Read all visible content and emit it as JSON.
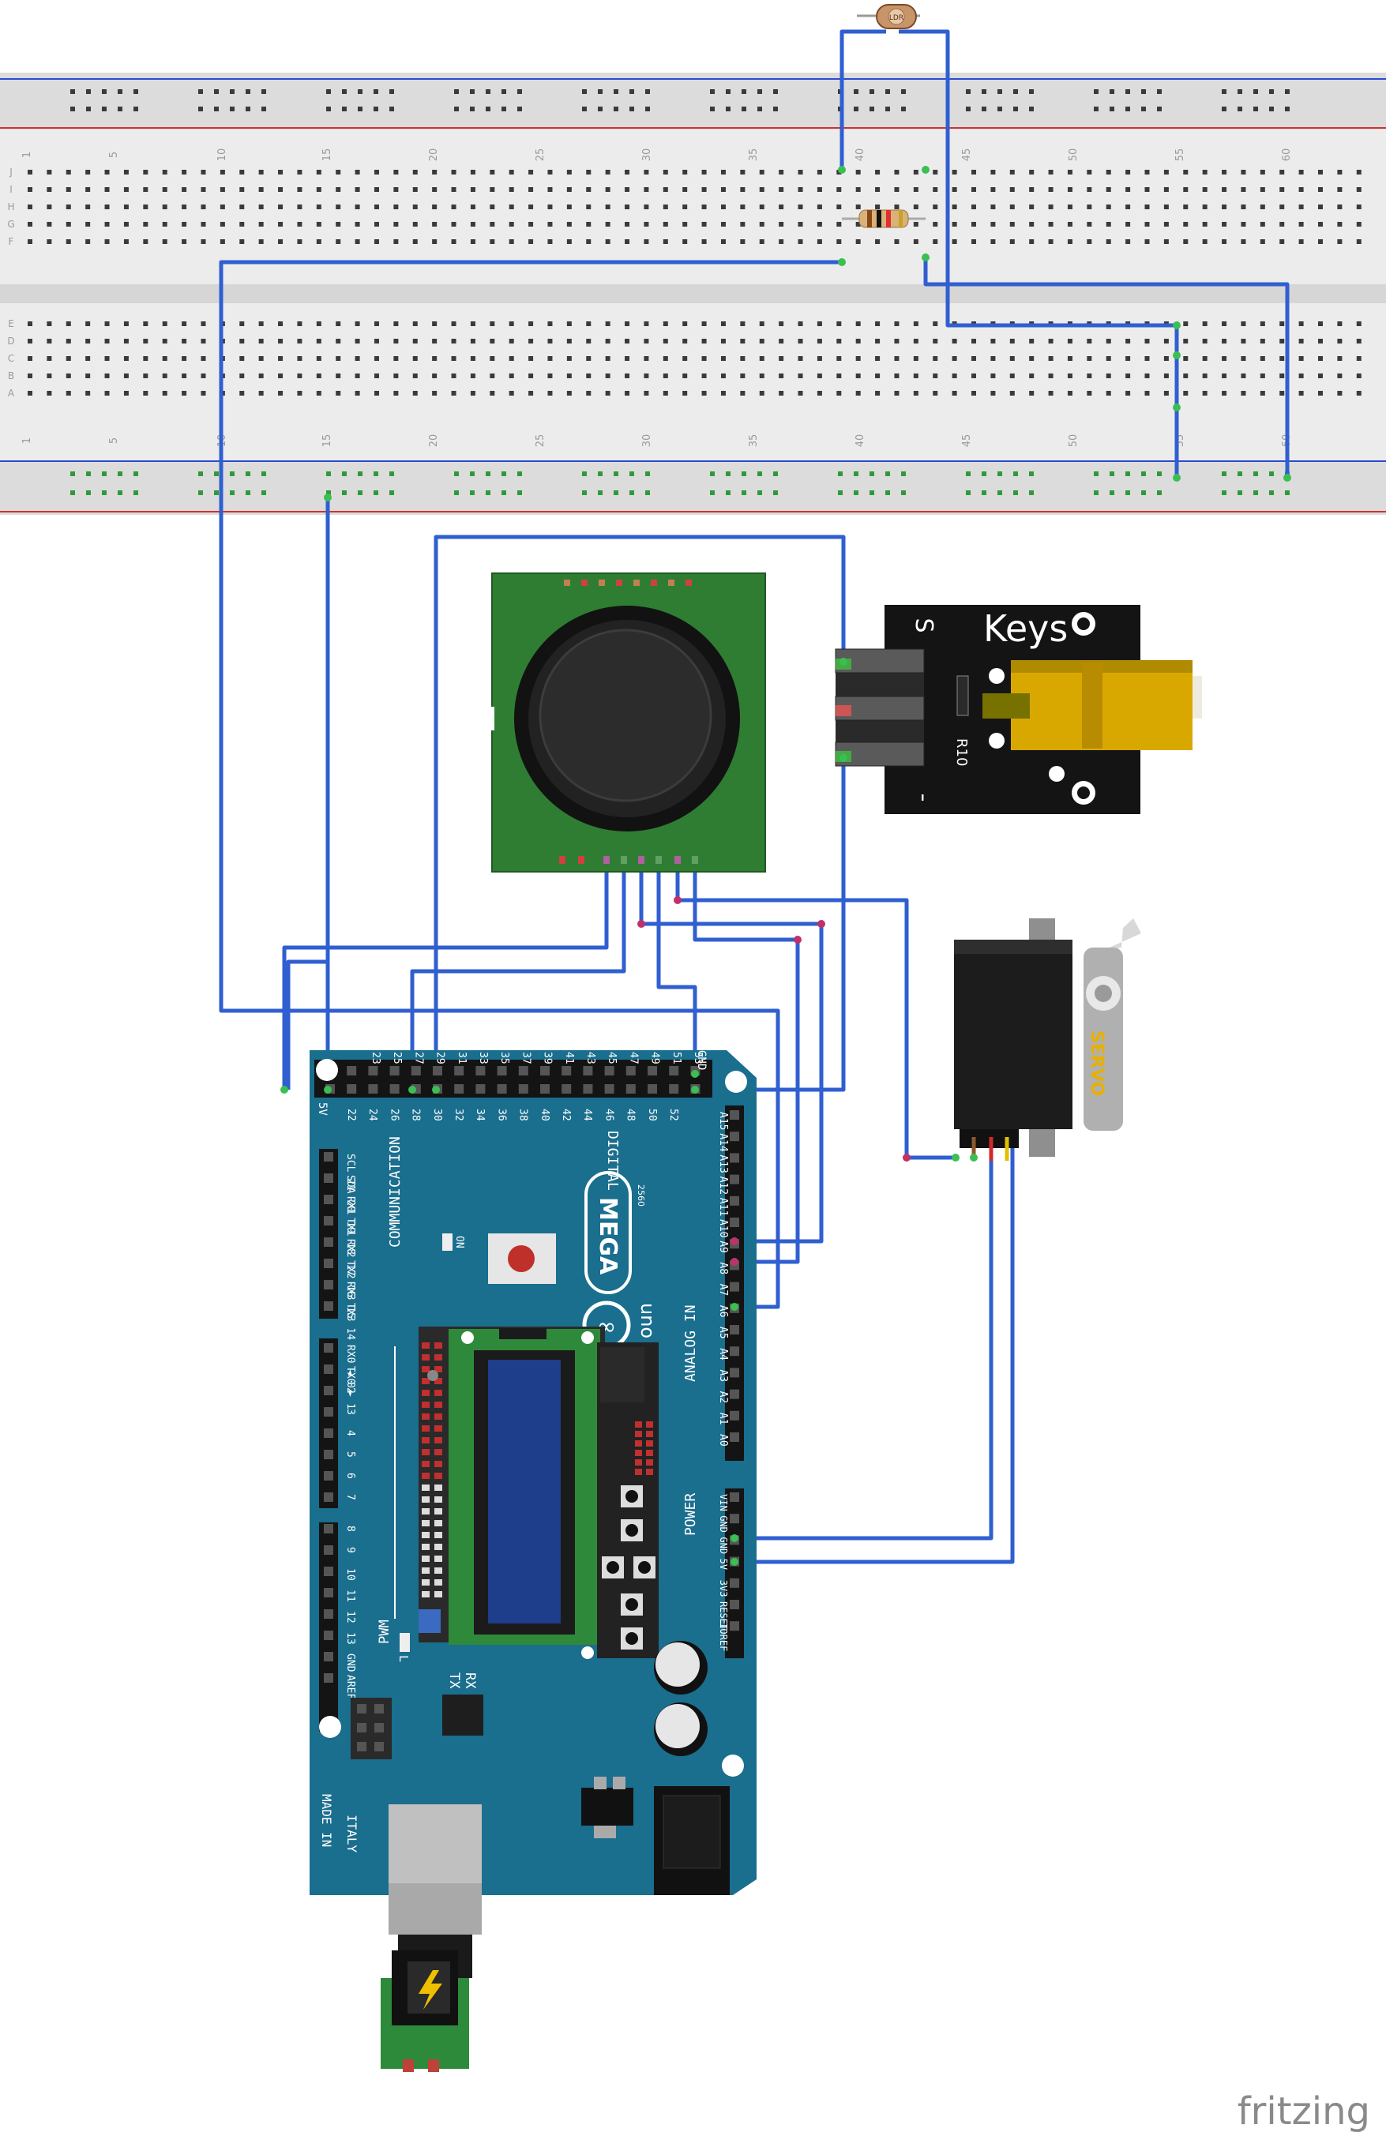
{
  "breadboard": {
    "column_numbers": [
      "1",
      "5",
      "10",
      "15",
      "20",
      "25",
      "30",
      "35",
      "40",
      "45",
      "50",
      "55",
      "60"
    ],
    "row_letters_top": [
      "J",
      "I",
      "H",
      "G",
      "F"
    ],
    "row_letters_bottom": [
      "E",
      "D",
      "C",
      "B",
      "A"
    ]
  },
  "photoresistor": {
    "label": "LDR"
  },
  "laser_module": {
    "brand": "Keys",
    "pin_s": "S",
    "pin_minus": "-",
    "resistor": "R10"
  },
  "servo": {
    "label": "SERVO"
  },
  "arduino": {
    "model": "MEGA",
    "sub": "2560",
    "brand": "uno",
    "digital_label": "DIGITAL",
    "communication_label": "COMMUNICATION",
    "analog_label": "ANALOG IN",
    "power_label": "POWER",
    "pwm_label": "PWM",
    "made_in": "MADE IN",
    "country": "ITALY",
    "on_label": "ON",
    "tx": "TX",
    "rx": "RX",
    "l_label": "L",
    "header_5v": "5V",
    "header_gnd": "GND",
    "digital_top": [
      "23",
      "25",
      "27",
      "29",
      "31",
      "33",
      "35",
      "37",
      "39",
      "41",
      "43",
      "45",
      "47",
      "49",
      "51",
      "53"
    ],
    "digital_bottom": [
      "22",
      "24",
      "26",
      "28",
      "30",
      "32",
      "34",
      "36",
      "38",
      "40",
      "42",
      "44",
      "46",
      "48",
      "50",
      "52"
    ],
    "comm_pins": [
      "SCL 21",
      "SDA 20",
      "RX1 19",
      "TX1 18",
      "RX2 17",
      "TX2 16",
      "RX3 15",
      "TX3 14"
    ],
    "pwm_pins": [
      "RX0 ◄ 0",
      "TX0 ► 1",
      "2",
      "3",
      "4",
      "5",
      "6",
      "7"
    ],
    "pwm_pins2": [
      "8",
      "9",
      "10",
      "11",
      "12",
      "13",
      "GND",
      "AREF"
    ],
    "analog_pins": [
      "A15",
      "A14",
      "A13",
      "A12",
      "A11",
      "A10",
      "A9",
      "A8",
      "A7",
      "A6",
      "A5",
      "A4",
      "A3",
      "A2",
      "A1",
      "A0"
    ],
    "power_pins": [
      "VIN",
      "GND",
      "GND",
      "5V",
      "3V3",
      "RESET",
      "IOREF"
    ]
  },
  "watermark": "fritzing"
}
